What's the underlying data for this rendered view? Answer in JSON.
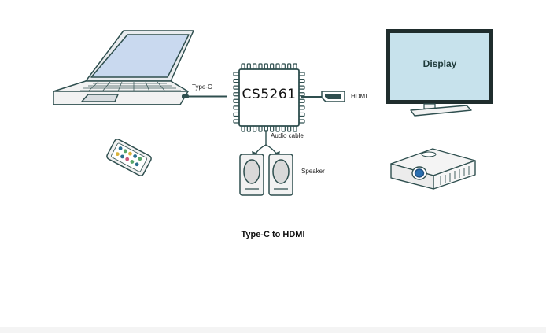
{
  "diagram": {
    "chip_label": "CS5261",
    "type_c_label": "Type-C",
    "hdmi_label": "HDMI",
    "audio_label": "Audio cable",
    "speaker_label": "Speaker",
    "display_label": "Display",
    "caption": "Type-C to HDMI"
  },
  "colors": {
    "line": "#2f4f4f",
    "laptop_screen": "#c9d9ef",
    "monitor_screen": "#c7e2ec",
    "device_fill": "#f2f2f2"
  }
}
